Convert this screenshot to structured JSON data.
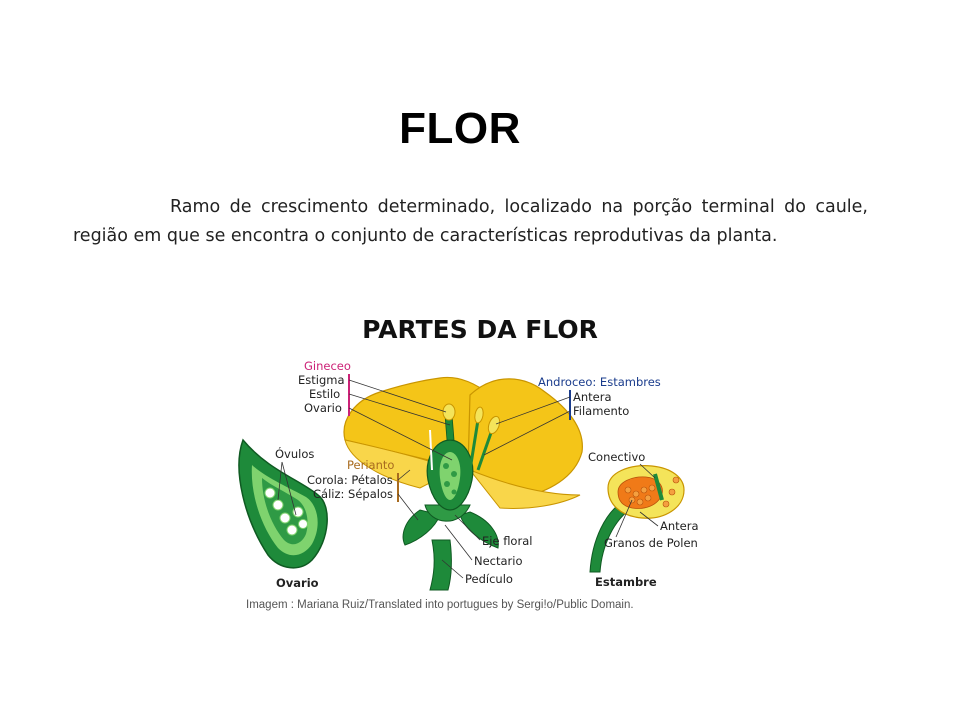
{
  "title": "FLOR",
  "paragraph": "Ramo de crescimento determinado, localizado na porção terminal do caule, região em que se encontra o conjunto de características reprodutivas  da planta.",
  "subtitle": "PARTES DA FLOR",
  "caption": "Imagem : Mariana Ruiz/Translated into portugues by Sergi!o/Public Domain.",
  "diagram": {
    "gineceo": {
      "title": "Gineceo",
      "estigma": "Estigma",
      "estilo": "Estilo",
      "ovario": "Ovario"
    },
    "androceo": {
      "title": "Androceo: Estambres",
      "antera": "Antera",
      "filamento": "Filamento"
    },
    "perianto": {
      "title": "Perianto",
      "corola": "Corola: Pétalos",
      "caliz": "Cáliz: Sépalos"
    },
    "ovulos": "Óvulos",
    "ovario_panel": "Ovario",
    "eje_floral": "Eje floral",
    "nectario": "Nectario",
    "pediculo": "Pedículo",
    "conectivo": "Conectivo",
    "antera2": "Antera",
    "granos": "Granos de Polen",
    "estambre_panel": "Estambre",
    "colors": {
      "gineceo": "#cc2277",
      "androceo": "#1a3c8c",
      "perianto": "#a86b1f",
      "petal": "#f4c518",
      "green": "#1e8a3a",
      "darkgreen": "#0f6a28",
      "pollen": "#f07a18"
    }
  }
}
